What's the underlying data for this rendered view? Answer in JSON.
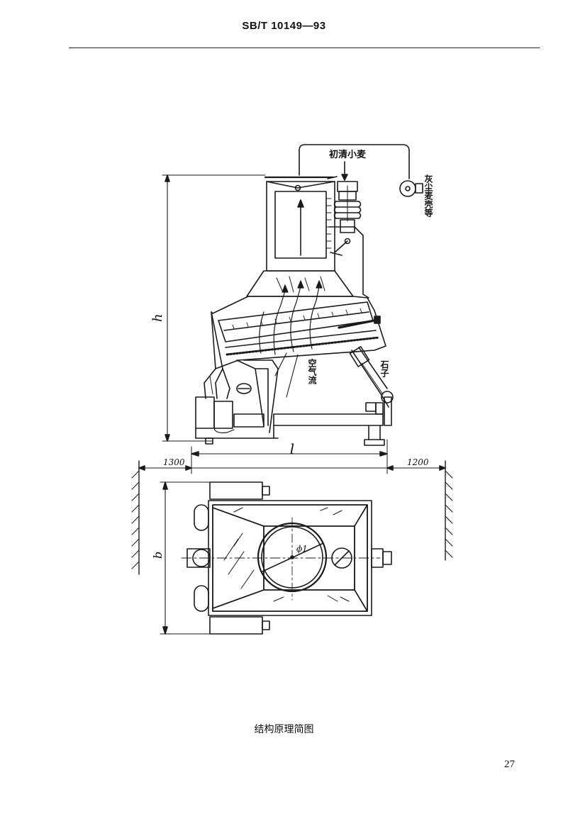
{
  "header": {
    "standard_code": "SB/T 10149—93"
  },
  "figure": {
    "labels": {
      "inlet": "初清小麦",
      "dust_outlet": "灰尘麦壳等",
      "airflow": "空气流",
      "stones": "石子",
      "dim_height": "h",
      "dim_length": "l",
      "dim_width": "b",
      "dim_left_clearance": "1300",
      "dim_right_clearance": "1200",
      "dim_diameter": "ϕ1"
    }
  },
  "caption": "结构原理简图",
  "page_number": "27"
}
